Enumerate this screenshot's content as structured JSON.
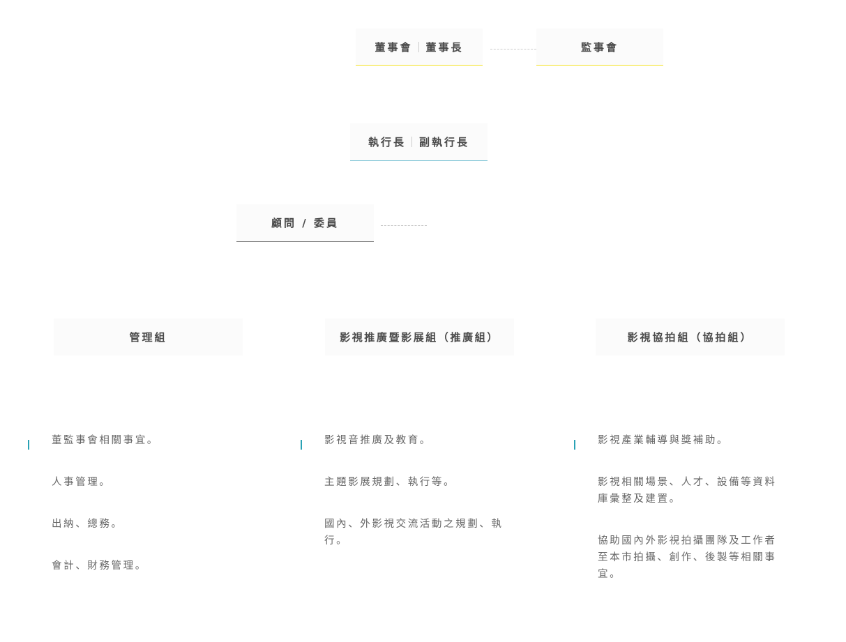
{
  "board": {
    "left": "董事會",
    "right": "董事長"
  },
  "supervisors": "監事會",
  "ceo": {
    "left": "執行長",
    "right": "副執行長"
  },
  "advisors": "顧問 / 委員",
  "groups": [
    {
      "title": "管理組"
    },
    {
      "title": "影視推廣暨影展組（推廣組）"
    },
    {
      "title": "影視協拍組（協拍組）"
    }
  ],
  "duties": [
    [
      "董監事會相關事宜。",
      "人事管理。",
      "出納、總務。",
      "會計、財務管理。"
    ],
    [
      "影視音推廣及教育。",
      "主題影展規劃、執行等。",
      "國內、外影視交流活動之規劃、執行。"
    ],
    [
      "影視產業輔導與獎補助。",
      "影視相關場景、人才、設備等資料庫彙整及建置。",
      "協助國內外影視拍攝團隊及工作者至本市拍攝、創作、後製等相關事宜。"
    ]
  ],
  "colors": {
    "board_underline": "#f4e21c",
    "ceo_underline": "#7ec4d6",
    "advisors_underline": "#8a8a8a",
    "accent": "#2aa2b5"
  }
}
